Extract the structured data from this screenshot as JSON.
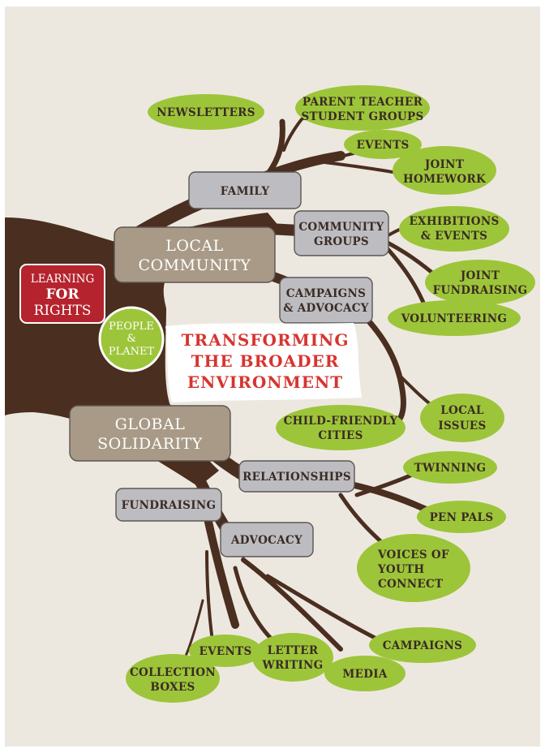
{
  "center": {
    "title_lines": [
      "TRANSFORMING",
      "THE BROADER",
      "ENVIRONMENT"
    ]
  },
  "badge": {
    "line1": "LEARNING",
    "line2": "FOR",
    "line3": "RIGHTS"
  },
  "people_planet": {
    "line1": "PEOPLE",
    "line2": "&",
    "line3": "PLANET"
  },
  "main_branches": {
    "local_community": [
      "LOCAL",
      "COMMUNITY"
    ],
    "global_solidarity": [
      "GLOBAL",
      "SOLIDARITY"
    ]
  },
  "sub_branches": {
    "family": "FAMILY",
    "community_groups": [
      "COMMUNITY",
      "GROUPS"
    ],
    "campaigns_advocacy": [
      "CAMPAIGNS",
      "& ADVOCACY"
    ],
    "relationships": "RELATIONSHIPS",
    "fundraising": "FUNDRAISING",
    "advocacy": "ADVOCACY"
  },
  "leaves": {
    "newsletters": [
      "NEWSLETTERS"
    ],
    "parent_teacher": [
      "PARENT TEACHER",
      "STUDENT GROUPS"
    ],
    "events_family": [
      "EVENTS"
    ],
    "joint_homework": [
      "JOINT",
      "HOMEWORK"
    ],
    "exhibitions": [
      "EXHIBITIONS",
      "& EVENTS"
    ],
    "joint_fundraising": [
      "JOINT",
      "FUNDRAISING"
    ],
    "volunteering": [
      "VOLUNTEERING"
    ],
    "local_issues": [
      "LOCAL",
      "ISSUES"
    ],
    "child_friendly": [
      "CHILD-FRIENDLY",
      "CITIES"
    ],
    "twinning": [
      "TWINNING"
    ],
    "pen_pals": [
      "PEN PALS"
    ],
    "voices_youth": [
      "VOICES OF",
      "YOUTH",
      "CONNECT"
    ],
    "campaigns": [
      "CAMPAIGNS"
    ],
    "media": [
      "MEDIA"
    ],
    "letter_writing": [
      "LETTER",
      "WRITING"
    ],
    "events_global": [
      "EVENTS"
    ],
    "collection_boxes": [
      "COLLECTION",
      "BOXES"
    ]
  },
  "colors": {
    "background": "#ede8df",
    "trunk": "#4a2e1f",
    "leaf": "#9dc53a",
    "badge": "#b5232e",
    "title": "#d7342f"
  }
}
